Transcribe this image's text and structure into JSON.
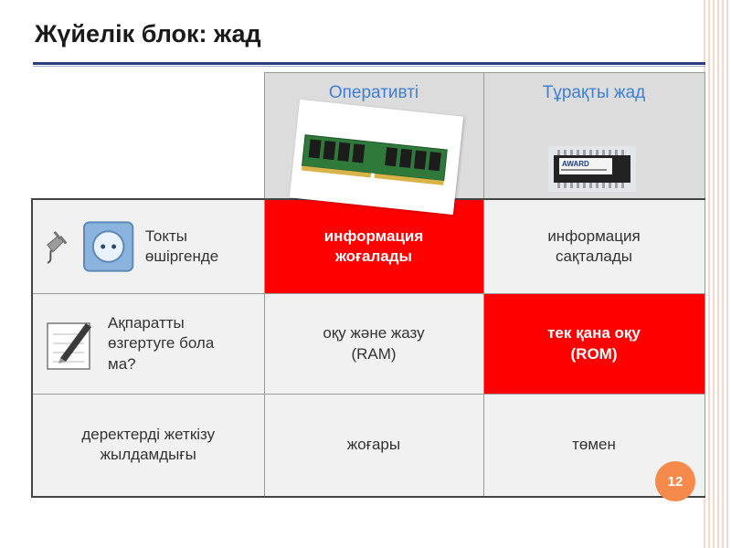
{
  "title": "Жүйелік блок: жад",
  "header": {
    "ram": "Оперативті жад",
    "rom": "Тұрақты жад",
    "rom_chip_label": "AWARD"
  },
  "rows": [
    {
      "label": "Токты өшіргенде",
      "icons": [
        "power-plug-icon",
        "power-socket-icon"
      ],
      "ram": "информация жоғалады",
      "rom": "информация сақталады"
    },
    {
      "label": "Ақпаратты өзгертуге бола ма?",
      "icons": [
        "pen-notepad-icon"
      ],
      "ram": "оқу және жазу (RAM)",
      "rom": "тек қана оқу (ROM)"
    },
    {
      "label": "деректерді жеткізу жылдамдығы",
      "icons": [],
      "ram": "жоғары",
      "rom": "төмен"
    }
  ],
  "page_number": "12",
  "colors": {
    "title_rule": "#2b3f7e",
    "header_text": "#3d7fd4",
    "highlight": "#ff0000",
    "badge": "#f58a4b"
  }
}
